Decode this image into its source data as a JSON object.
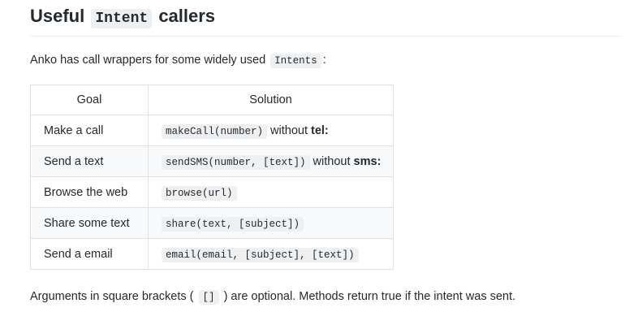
{
  "heading": {
    "before": "Useful",
    "code": "Intent",
    "after": "callers"
  },
  "intro": {
    "before": "Anko has call wrappers for some widely used",
    "code": "Intents",
    "after": ":"
  },
  "table": {
    "headers": [
      "Goal",
      "Solution"
    ],
    "rows": [
      {
        "goal": "Make a call",
        "code": "makeCall(number)",
        "suffix": "without ",
        "bold": "tel:",
        "striped": false
      },
      {
        "goal": "Send a text",
        "code": "sendSMS(number, [text])",
        "suffix": "without ",
        "bold": "sms:",
        "striped": true
      },
      {
        "goal": "Browse the web",
        "code": "browse(url)",
        "suffix": "",
        "bold": "",
        "striped": false
      },
      {
        "goal": "Share some text",
        "code": "share(text, [subject])",
        "suffix": "",
        "bold": "",
        "striped": true
      },
      {
        "goal": "Send a email",
        "code": "email(email, [subject], [text])",
        "suffix": "",
        "bold": "",
        "striped": false
      }
    ]
  },
  "footer": {
    "before": "Arguments in square brackets (",
    "code": "[]",
    "after": ") are optional. Methods return true if the intent was sent."
  },
  "colors": {
    "text": "#24292e",
    "code_background": "#eff0f1",
    "table_border": "#dfe2e5",
    "row_stripe": "#f8f9fa",
    "heading_rule": "#eaecef"
  }
}
